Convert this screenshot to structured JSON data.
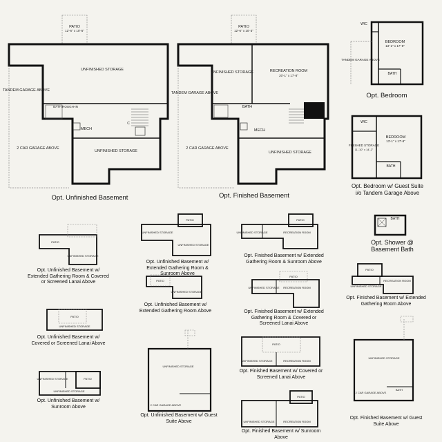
{
  "rooms": {
    "patio": "PATIO",
    "patio_dim_a": "12'-6\" x 10'-5\"",
    "patio_dim_b": "12'-6\" x 10'-3\"",
    "unfinished_storage": "UNFINISHED STORAGE",
    "tandem_garage": "TANDEM GARAGE ABOVE",
    "car_garage": "2 CAR GARAGE ABOVE",
    "bath_rough_in": "BATH ROUGH-IN",
    "mech": "MECH",
    "bath": "BATH",
    "recreation_room": "RECREATION ROOM",
    "recreation_dim": "20'-1\" x 17'-8\"",
    "bedroom": "BEDROOM",
    "bedroom_dim": "13'-1\" x 17'-8\"",
    "wic": "WIC",
    "finished_storage": "FINISHED STORAGE",
    "finished_storage_dim": "11'-10\" x 14'-2\"",
    "c": "C"
  },
  "captions": {
    "unfinished_basement": "Opt. Unfinished Basement",
    "finished_basement": "Opt. Finished Basement",
    "bedroom": "Opt. Bedroom",
    "bedroom_guest_suite": "Opt. Bedroom w/ Guest Suite i/o Tandem Garage Above",
    "shower": "Opt. Shower @ Basement Bath",
    "ub_ext_sun": "Opt. Unfinished Basement w/ Extended Gathering Room & Sunroom Above",
    "fb_ext_sun": "Opt. Finished Basement w/ Extended Gathering Room & Sunroom Above",
    "ub_ext_lanai": "Opt. Unfinished Basement w/ Extended Gathering Room & Covered or Screened Lanai Above",
    "ub_ext": "Opt. Unfinished Basement w/ Extended Gathering Room Above",
    "fb_ext_lanai": "Opt. Finished Basement w/ Extended Gathering Room & Covered or Screened Lanai Above",
    "fb_ext": "Opt. Finished Basement w/ Extended Gathering Room Above",
    "ub_lanai": "Opt. Unfinished Basement w/ Covered or Screened Lanai Above",
    "fb_lanai": "Opt. Finished Basement w/ Covered or Screened Lanai Above",
    "ub_sun": "Opt. Unfinished Basement w/ Sunroom Above",
    "ub_guest": "Opt. Unfinished Basement w/ Guest Suite Above",
    "fb_sun": "Opt. Finished Basement w/ Sunroom Above",
    "fb_guest": "Opt. Finished Basement w/ Guest Suite Above"
  }
}
